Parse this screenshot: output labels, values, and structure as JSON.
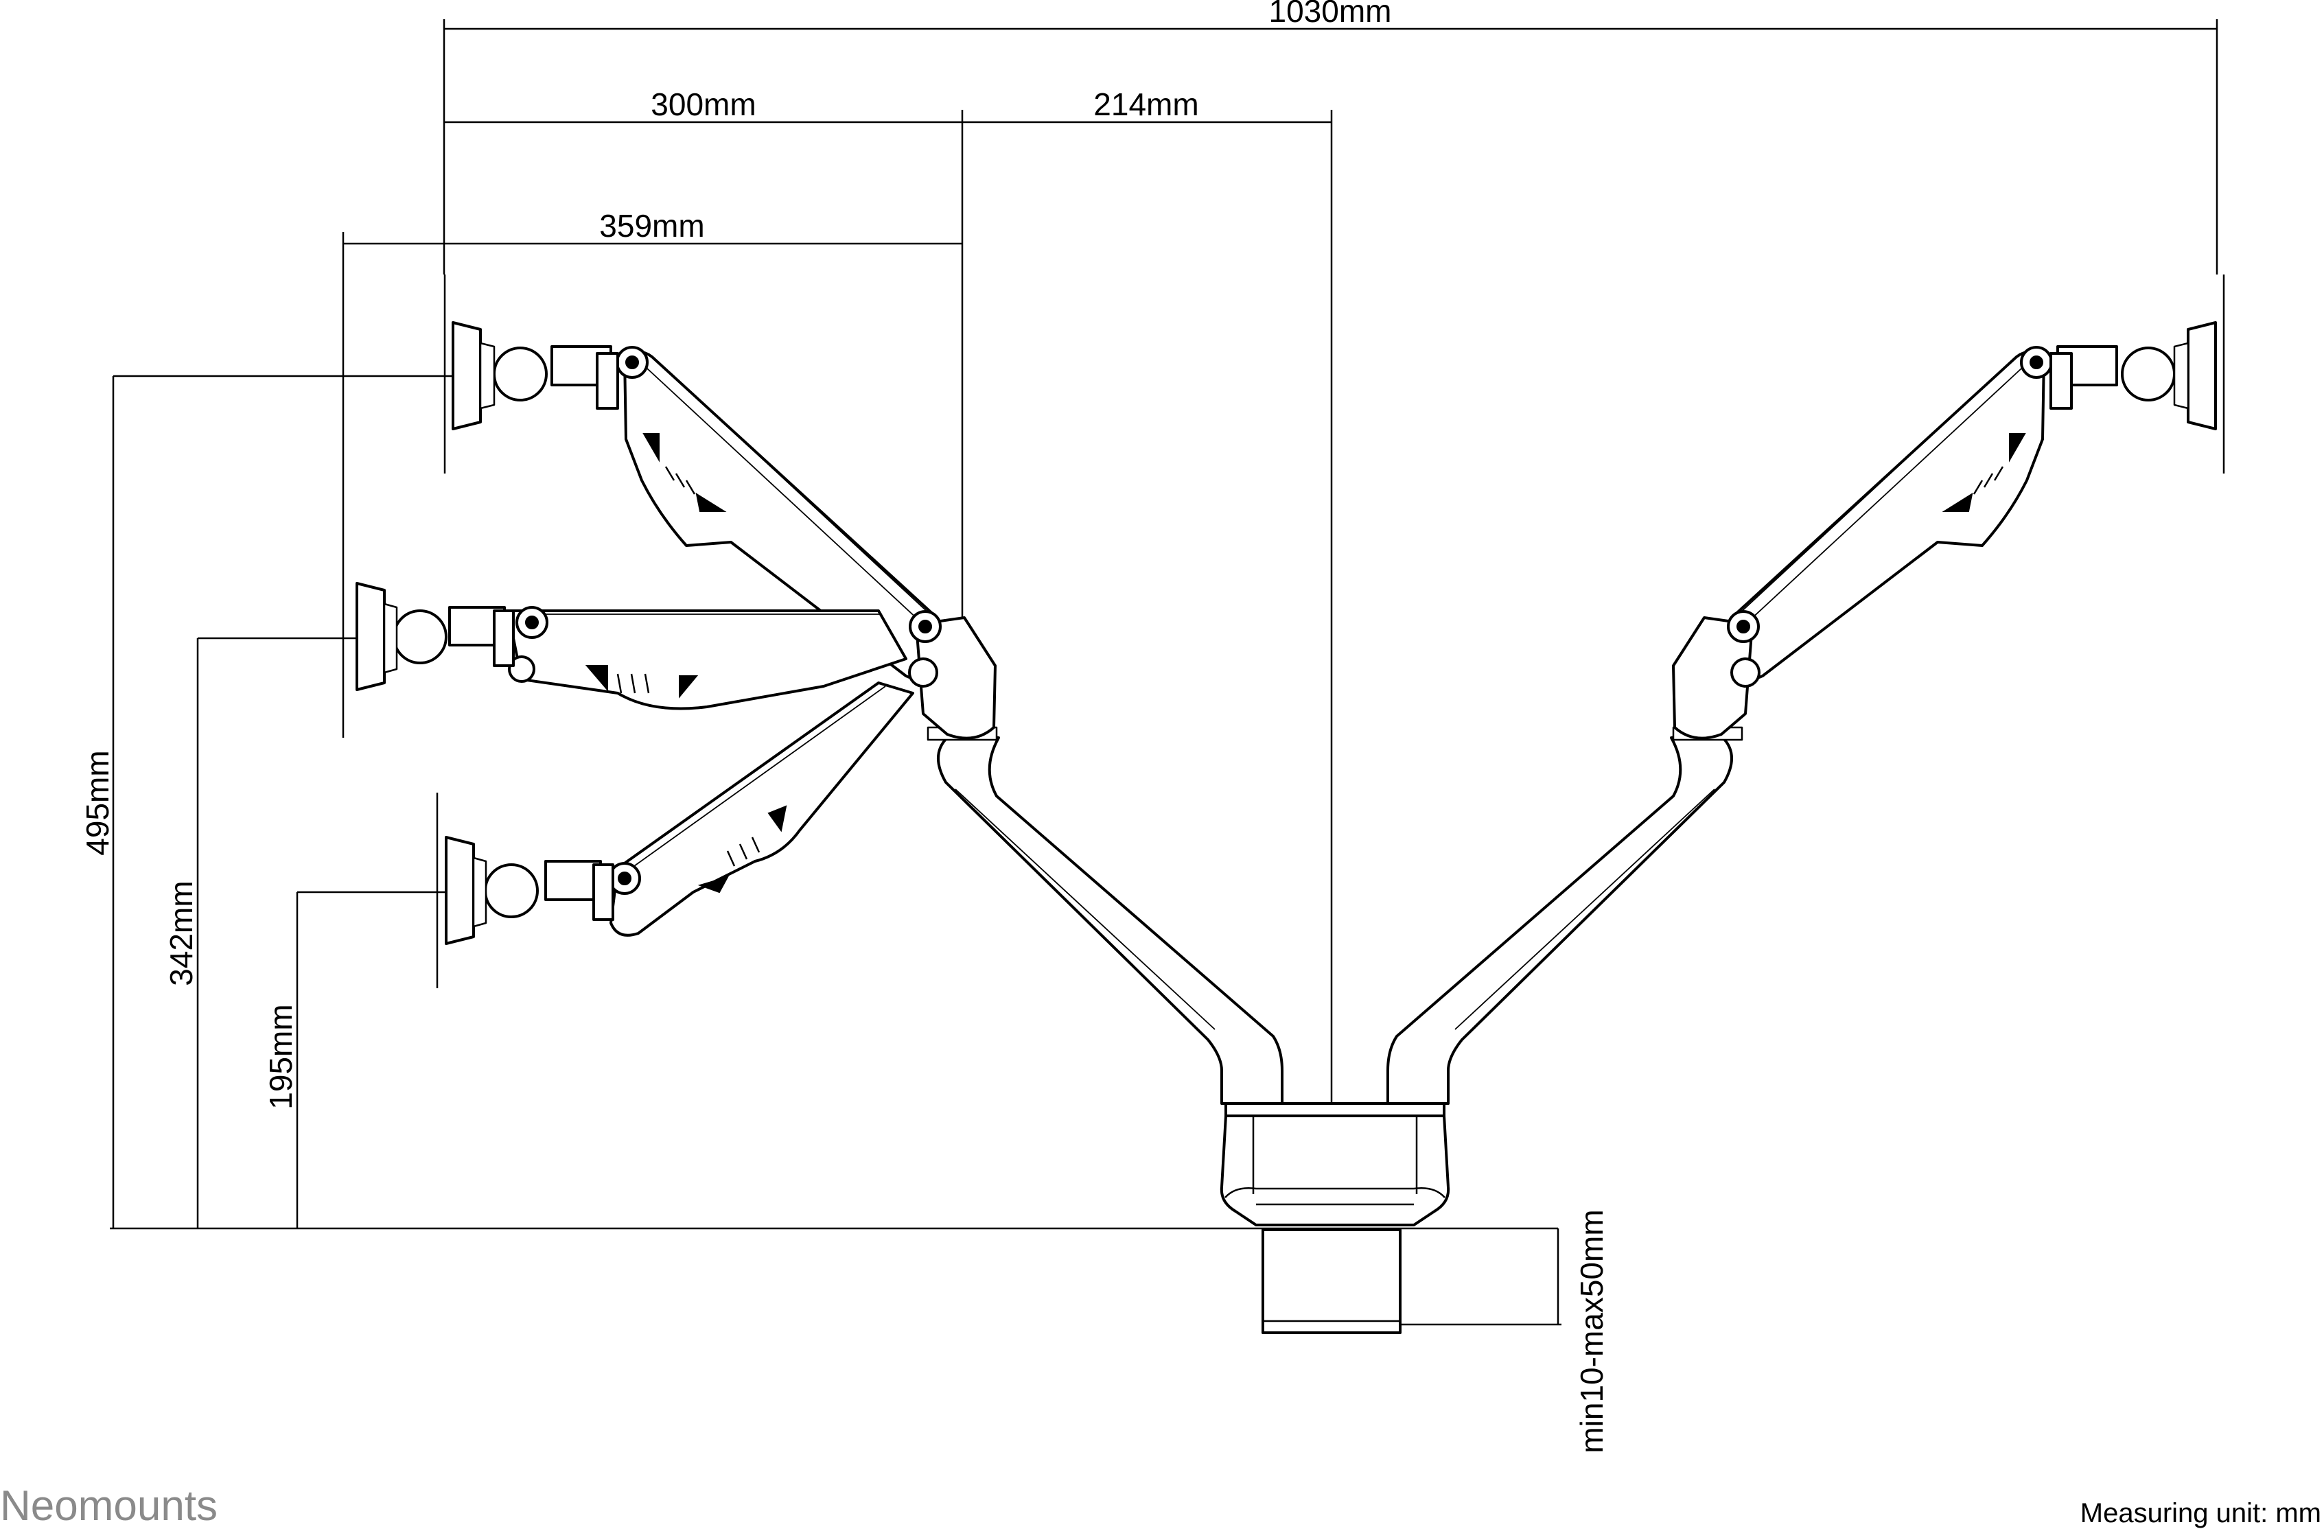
{
  "dimensions": {
    "total_width": "1030mm",
    "arm_reach": "300mm",
    "column_offset": "214mm",
    "tilted_reach": "359mm",
    "height_max": "495mm",
    "height_mid": "342mm",
    "height_min": "195mm",
    "desk_thickness": "min10-max50mm"
  },
  "footer": {
    "brand": "Neomounts",
    "unit_label": "Measuring unit: mm"
  },
  "colors": {
    "line": "#000000",
    "brand": "#8a8a8a",
    "background": "#ffffff"
  }
}
